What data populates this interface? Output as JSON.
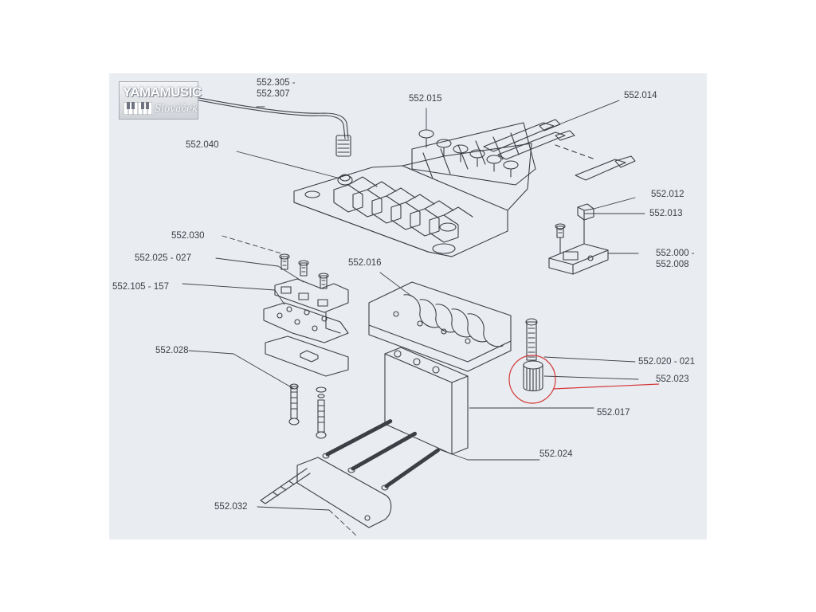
{
  "logo": {
    "brand": "YAMAMUSIC",
    "sub": "Slováček"
  },
  "labels": {
    "p552_305": "552.305 -",
    "p552_307": "552.307",
    "p552_015": "552.015",
    "p552_014": "552.014",
    "p552_040": "552.040",
    "p552_012": "552.012",
    "p552_013": "552.013",
    "p552_000": "552.000 -",
    "p552_008": "552.008",
    "p552_030": "552.030",
    "p552_025": "552.025 - 027",
    "p552_016": "552.016",
    "p552_105": "552.105 - 157",
    "p552_028": "552.028",
    "p552_020": "552.020 - 021",
    "p552_023": "552.023",
    "p552_017": "552.017",
    "p552_024": "552.024",
    "p552_032": "552.032"
  },
  "colors": {
    "background": "#e9ecf1",
    "line": "#3c3f44",
    "highlight": "#d23a3a"
  }
}
